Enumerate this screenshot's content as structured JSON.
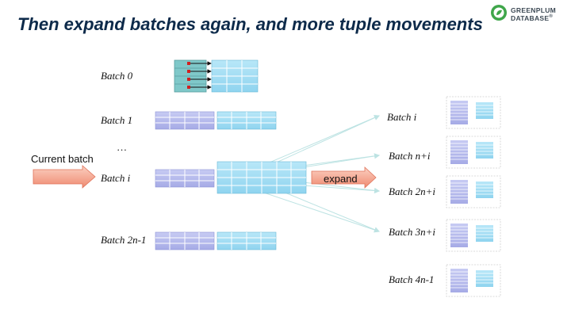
{
  "title": "Then expand batches again, and more tuple movements",
  "logo": {
    "line1": "GREENPLUM",
    "line2": "DATABASE",
    "trademark": "®"
  },
  "colors": {
    "title": "#0d2a4a",
    "inner_batch_fill": "#b4b8ec",
    "outer_batch_fill": "#9fdcf4",
    "grid_line": "#ffffff",
    "batch0_fill": "#7fc8c9",
    "arrow_fill": "#f6a58f",
    "fan_lines": "#bde3e3",
    "logo_green": "#3fa64a"
  },
  "left_batches": {
    "batch0": "Batch 0",
    "batch1": "Batch 1",
    "ellipsis": "…",
    "batch_i": "Batch i",
    "batch_last": "Batch 2n-1"
  },
  "current_batch_label": "Current batch",
  "expand_label": "expand",
  "right_batches": [
    "Batch i",
    "Batch n+i",
    "Batch 2n+i",
    "Batch 3n+i",
    "Batch 4n-1"
  ]
}
